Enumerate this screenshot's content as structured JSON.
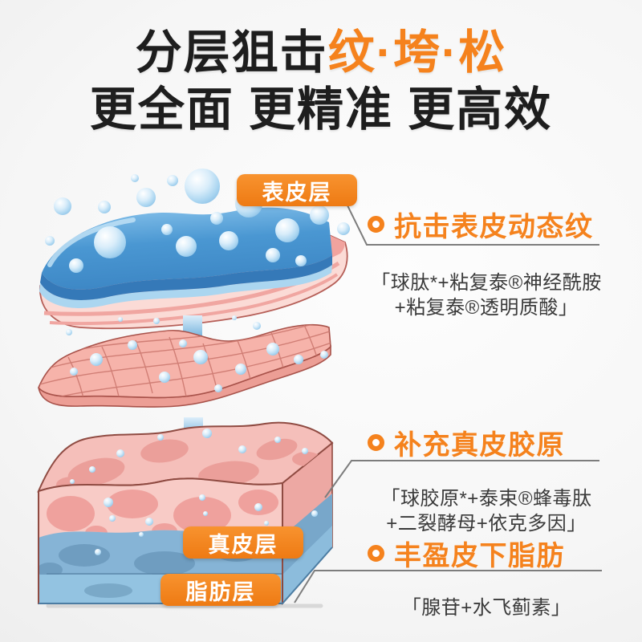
{
  "title": {
    "line1_black": "分层狙击",
    "line1_accent": "纹·垮·松",
    "line2": "更全面 更精准 更高效"
  },
  "layers": [
    {
      "id": "epidermis",
      "label": "表皮层"
    },
    {
      "id": "dermis",
      "label": "真皮层"
    },
    {
      "id": "fat",
      "label": "脂肪层"
    }
  ],
  "annotations": [
    {
      "heading": "抗击表皮动态纹",
      "details": [
        "「球肽*+粘复泰®神经酰胺",
        "+粘复泰®透明质酸」"
      ]
    },
    {
      "heading": "补充真皮胶原",
      "details": [
        "「球胶原*+泰束®蜂毒肽",
        "+二裂酵母+依克多因」"
      ]
    },
    {
      "heading": "丰盈皮下脂肪",
      "details": [
        "「腺苷+水飞蓟素」"
      ]
    }
  ],
  "colors": {
    "accent_orange": "#f5821d",
    "label_orange": "#ee7a13",
    "title_black": "#1e1e1e",
    "detail_text": "#3a3a3a",
    "connector_gray": "#7d7d7d",
    "epidermis_blue": "#4592cf",
    "skin_pink": "#f6b3aa",
    "fat_blue": "#86b4d6"
  }
}
